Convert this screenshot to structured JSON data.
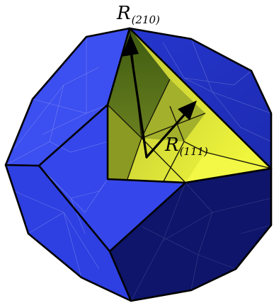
{
  "labels": {
    "r210_main": "R",
    "r210_sub": "(210)",
    "r111_main": "R",
    "r111_sub": "(111)"
  },
  "colors": {
    "face_blue_light": "#3f52f0",
    "face_blue_mid": "#2a3ad8",
    "face_blue_dark": "#121a6e",
    "face_blue_darker": "#0c1258",
    "cut_yellow": "#e8f03a",
    "cut_olive": "#9aa52a",
    "cut_dark_olive": "#4d6a14",
    "edge": "#000000"
  },
  "icons": {
    "arrow_210": "arrow-up-icon",
    "arrow_111": "arrow-diagonal-icon"
  }
}
